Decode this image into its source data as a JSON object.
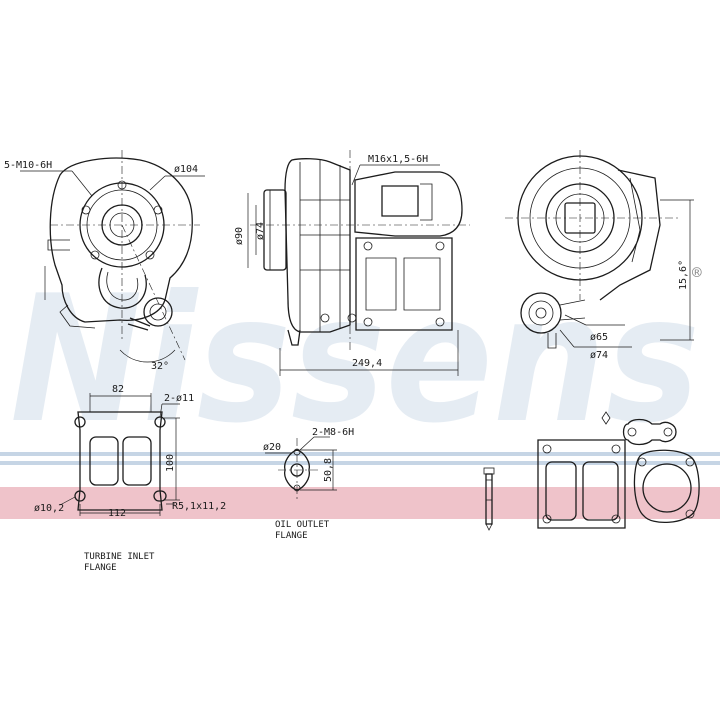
{
  "watermark": {
    "brand": "Nissens",
    "registered": "®",
    "brand_color": "#5d86b4",
    "band_color": "#e8a9b3"
  },
  "labels": {
    "front_thread": "5-M10-6H",
    "front_dia": "ø104",
    "front_angle": "32°",
    "side_thread": "M16x1,5-6H",
    "side_dia90": "ø90",
    "side_dia74": "ø74",
    "side_length": "249,4",
    "rear_dia65": "ø65",
    "rear_dia74": "ø74",
    "rear_height": "15,6°",
    "turbine_width_top": "82",
    "turbine_holes": "2-ø11",
    "turbine_height": "100",
    "turbine_hole_dia": "ø10,2",
    "turbine_width_bottom": "112",
    "turbine_slot": "R5,1x11,2",
    "turbine_caption_1": "TURBINE INLET",
    "turbine_caption_2": "FLANGE",
    "oil_dia": "ø20",
    "oil_thread": "2-M8-6H",
    "oil_height": "50,8",
    "oil_caption_1": "OIL OUTLET",
    "oil_caption_2": "FLANGE"
  }
}
